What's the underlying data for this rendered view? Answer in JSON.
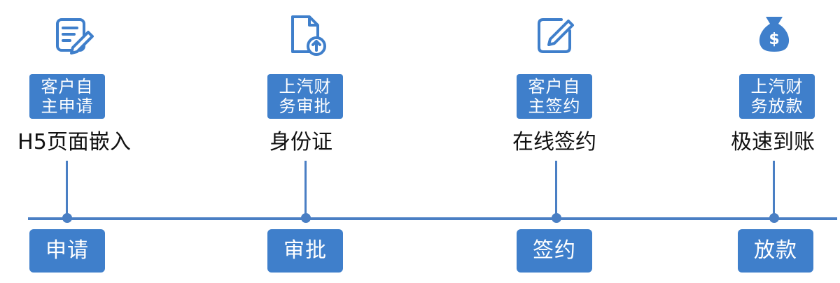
{
  "colors": {
    "accent": "#3f7fcb",
    "line": "#4a7fc4",
    "text": "#111111"
  },
  "stages": [
    {
      "icon": "form-edit-icon",
      "badge_line1": "客户自",
      "badge_line2": "主申请",
      "subtitle": "H5页面嵌入",
      "step": "申请"
    },
    {
      "icon": "document-upload-icon",
      "badge_line1": "上汽财",
      "badge_line2": "务审批",
      "subtitle": "身份证",
      "step": "审批"
    },
    {
      "icon": "edit-pencil-icon",
      "badge_line1": "客户自",
      "badge_line2": "主签约",
      "subtitle": "在线签约",
      "step": "签约"
    },
    {
      "icon": "money-bag-icon",
      "badge_line1": "上汽财",
      "badge_line2": "务放款",
      "subtitle": "极速到账",
      "step": "放款"
    }
  ]
}
